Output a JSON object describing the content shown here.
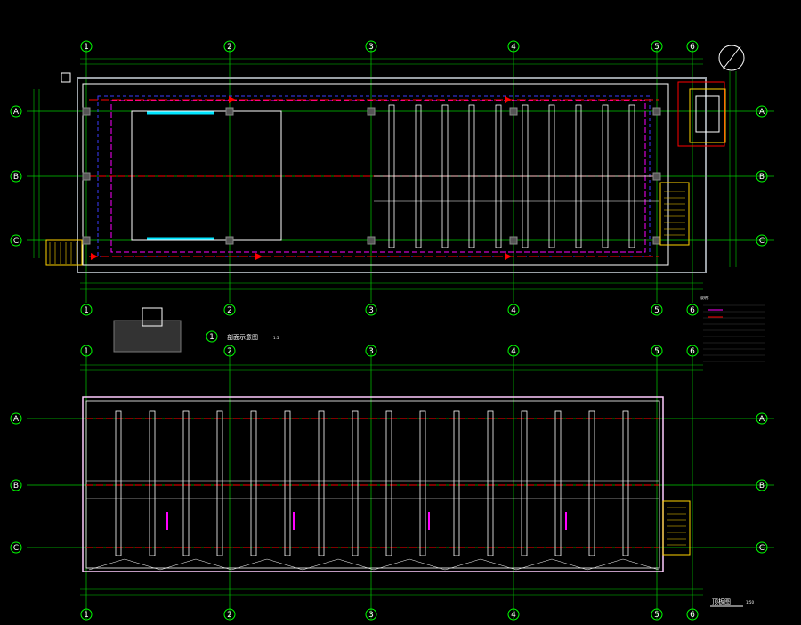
{
  "drawing": {
    "column_axes": [
      "1",
      "2",
      "3",
      "4",
      "5",
      "6"
    ],
    "row_axes": [
      "A",
      "B",
      "C"
    ],
    "upper_plan": {
      "section_mark": "1",
      "section_title": "剖面示意图",
      "section_scale": "1:5"
    },
    "lower_plan": {
      "title": "顶板图",
      "scale": "1:50"
    },
    "legend_title": "说明："
  },
  "colors": {
    "background": "#000000",
    "axis_grid": "#00cc00",
    "wall": "#ffffff",
    "pipe_red": "#ff0000",
    "pipe_magenta": "#ff00ff",
    "blue_line": "#3b3bff",
    "cyan_line": "#00e5ff",
    "yellow_line": "#ffd400",
    "circle_marker": "#00ff00"
  }
}
